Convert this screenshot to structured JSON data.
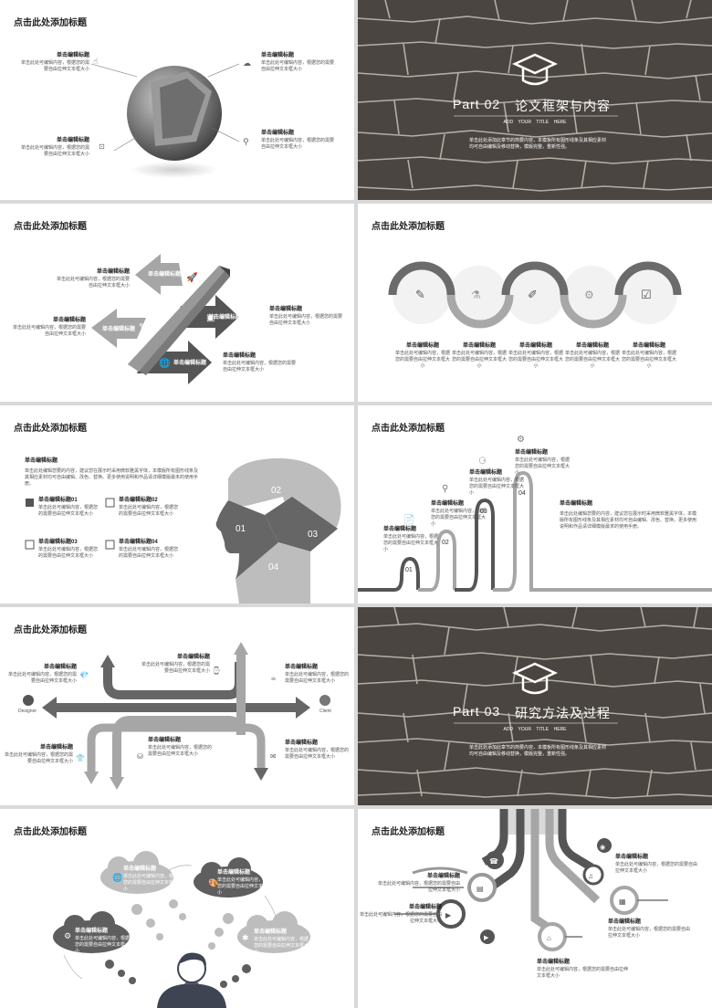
{
  "slides": {
    "s1": {
      "title": "点击此处添加标题",
      "items": [
        {
          "h": "单击编辑标题",
          "b": "单击此处可编辑内容，根据您的需要自由拉伸文本框大小"
        },
        {
          "h": "单击编辑标题",
          "b": "单击此处可编辑内容，根据您的需要自由拉伸文本框大小"
        },
        {
          "h": "单击编辑标题",
          "b": "单击此处可编辑内容，根据您的需要自由拉伸文本框大小"
        },
        {
          "h": "单击编辑标题",
          "b": "单击此处可编辑内容，根据您的需要自由拉伸文本框大小"
        }
      ]
    },
    "s2": {
      "part": "Part 02",
      "title": "论文框架与内容",
      "sub": "ADD    YOUR    TITLE    HERE",
      "desc": "单击此处添加此章节的简要内容，本模板所有图形线条及其相应素材均可自由编辑及移动替换，模版完整，重新性强。"
    },
    "s3": {
      "title": "点击此处添加标题",
      "items": [
        {
          "h": "单击编辑标题",
          "b": "单击此处可编辑内容，根据您的需要自由拉伸文本框大小"
        },
        {
          "h": "单击编辑标题",
          "b": "单击此处可编辑内容，根据您的需要自由拉伸文本框大小"
        },
        {
          "h": "单击编辑标题",
          "b": "单击此处可编辑内容，根据您的需要自由拉伸文本框大小"
        },
        {
          "h": "单击编辑标题",
          "b": "单击此处可编辑内容，根据您的需要自由拉伸文本框大小"
        }
      ]
    },
    "s4": {
      "title": "点击此处添加标题",
      "items": [
        {
          "h": "单击编辑标题",
          "b": "单击此处可编辑内容，根据您的需要自由拉伸文本框大小"
        },
        {
          "h": "单击编辑标题",
          "b": "单击此处可编辑内容，根据您的需要自由拉伸文本框大小"
        },
        {
          "h": "单击编辑标题",
          "b": "单击此处可编辑内容，根据您的需要自由拉伸文本框大小"
        },
        {
          "h": "单击编辑标题",
          "b": "单击此处可编辑内容，根据您的需要自由拉伸文本框大小"
        },
        {
          "h": "单击编辑标题",
          "b": "单击此处可编辑内容，根据您的需要自由拉伸文本框大小"
        }
      ]
    },
    "s5": {
      "title": "点击此处添加标题",
      "main_h": "单击编辑标题",
      "main_b": "单击此处编辑您要的内容，建议您在展示时采用微软雅黑字体，本模版所有图形线条及其相应素材均可自由编辑、改色、替换。更多使用说明和作品请详细模版最末的使用手册。",
      "items": [
        {
          "h": "单击编辑标题01",
          "b": "单击此处可编辑内容，根据您的需要自由拉伸文本框大小"
        },
        {
          "h": "单击编辑标题02",
          "b": "单击此处可编辑内容，根据您的需要自由拉伸文本框大小"
        },
        {
          "h": "单击编辑标题03",
          "b": "单击此处可编辑内容，根据您的需要自由拉伸文本框大小"
        },
        {
          "h": "单击编辑标题04",
          "b": "单击此处可编辑内容，根据您的需要自由拉伸文本框大小"
        }
      ],
      "pieces": [
        "01",
        "02",
        "03",
        "04"
      ]
    },
    "s6": {
      "title": "点击此处添加标题",
      "main_h": "单击编辑标题",
      "main_b": "单击此处编辑您要的内容，建议您在展示时采用微软雅黑字体，本模版所有图形线条及其相应素材均可自由编辑、改色、替换。更多使用说明和作品请详细模版最末的使用手册。",
      "items": [
        {
          "h": "单击编辑标题",
          "b": "单击此处可编辑内容，根据您的需要自由拉伸文本框大小"
        },
        {
          "h": "单击编辑标题",
          "b": "单击此处可编辑内容，根据您的需要自由拉伸文本框大小"
        },
        {
          "h": "单击编辑标题",
          "b": "单击此处可编辑内容，根据您的需要自由拉伸文本框大小"
        },
        {
          "h": "单击编辑标题",
          "b": "单击此处可编辑内容，根据您的需要自由拉伸文本框大小"
        }
      ],
      "nums": [
        "01",
        "02",
        "03",
        "04"
      ]
    },
    "s7": {
      "title": "点击此处添加标题",
      "designer": "Designer",
      "client": "Client",
      "items": [
        {
          "h": "单击编辑标题",
          "b": "单击此处可编辑内容，根据您的需要自由拉伸文本框大小"
        },
        {
          "h": "单击编辑标题",
          "b": "单击此处可编辑内容，根据您的需要自由拉伸文本框大小"
        },
        {
          "h": "单击编辑标题",
          "b": "单击此处可编辑内容，根据您的需要自由拉伸文本框大小"
        },
        {
          "h": "单击编辑标题",
          "b": "单击此处可编辑内容，根据您的需要自由拉伸文本框大小"
        },
        {
          "h": "单击编辑标题",
          "b": "单击此处可编辑内容，根据您的需要自由拉伸文本框大小"
        },
        {
          "h": "单击编辑标题",
          "b": "单击此处可编辑内容，根据您的需要自由拉伸文本框大小"
        }
      ]
    },
    "s8": {
      "part": "Part 03",
      "title": "研究方法及过程",
      "sub": "ADD    YOUR    TITLE    HERE",
      "desc": "单击此处添加此章节的简要内容，本模板所有图形线条及其相应素材均可自由编辑及移动替换，模版完整，重新性强。"
    },
    "s9": {
      "title": "点击此处添加标题",
      "items": [
        {
          "h": "单击编辑标题",
          "b": "单击此处可编辑内容，根据您的需要自由拉伸文本框大小"
        },
        {
          "h": "单击编辑标题",
          "b": "单击此处可编辑内容，根据您的需要自由拉伸文本框大小"
        },
        {
          "h": "单击编辑标题",
          "b": "单击此处可编辑内容，根据您的需要自由拉伸文本框大小"
        },
        {
          "h": "单击编辑标题",
          "b": "单击此处可编辑内容，根据您的需要自由拉伸文本框大小"
        }
      ]
    },
    "s10": {
      "title": "点击此处添加标题",
      "items": [
        {
          "h": "单击编辑标题",
          "b": "单击此处可编辑内容，根据您的需要自由拉伸文本框大小"
        },
        {
          "h": "单击编辑标题",
          "b": "单击此处可编辑内容，根据您的需要自由拉伸文本框大小"
        },
        {
          "h": "单击编辑标题",
          "b": "单击此处可编辑内容，根据您的需要自由拉伸文本框大小"
        },
        {
          "h": "单击编辑标题",
          "b": "单击此处可编辑内容，根据您的需要自由拉伸文本框大小"
        },
        {
          "h": "单击编辑标题",
          "b": "单击此处可编辑内容，根据您的需要自由拉伸文本框大小"
        }
      ]
    }
  },
  "colors": {
    "dark": "#5a5a5a",
    "mid": "#8c8c8c",
    "light": "#bdbdbd",
    "pale": "#e3e3e3",
    "stone": "#4a4540"
  }
}
